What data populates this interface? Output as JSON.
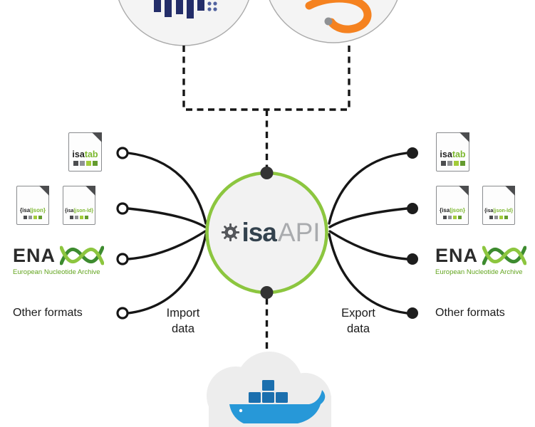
{
  "center_logo": {
    "isa": "isa",
    "api": "API"
  },
  "labels": {
    "import_line1": "Import",
    "import_line2": "data",
    "export_line1": "Export",
    "export_line2": "data",
    "other_formats": "Other formats"
  },
  "formats": {
    "isatab": {
      "black": "isa",
      "green": "tab"
    },
    "isajson": {
      "black": "{isa",
      "green": "|json}"
    },
    "isajsonld": {
      "black": "{isa",
      "green": "|json-ld}"
    },
    "ena": {
      "acronym": "ENA",
      "full_name": "European Nucleotide Archive"
    }
  },
  "colors": {
    "accent_green": "#8cc63f",
    "connector_black": "#161616",
    "docker_blue": "#2798d8",
    "swirl_orange": "#f58220",
    "logo_navy": "#232d69"
  }
}
